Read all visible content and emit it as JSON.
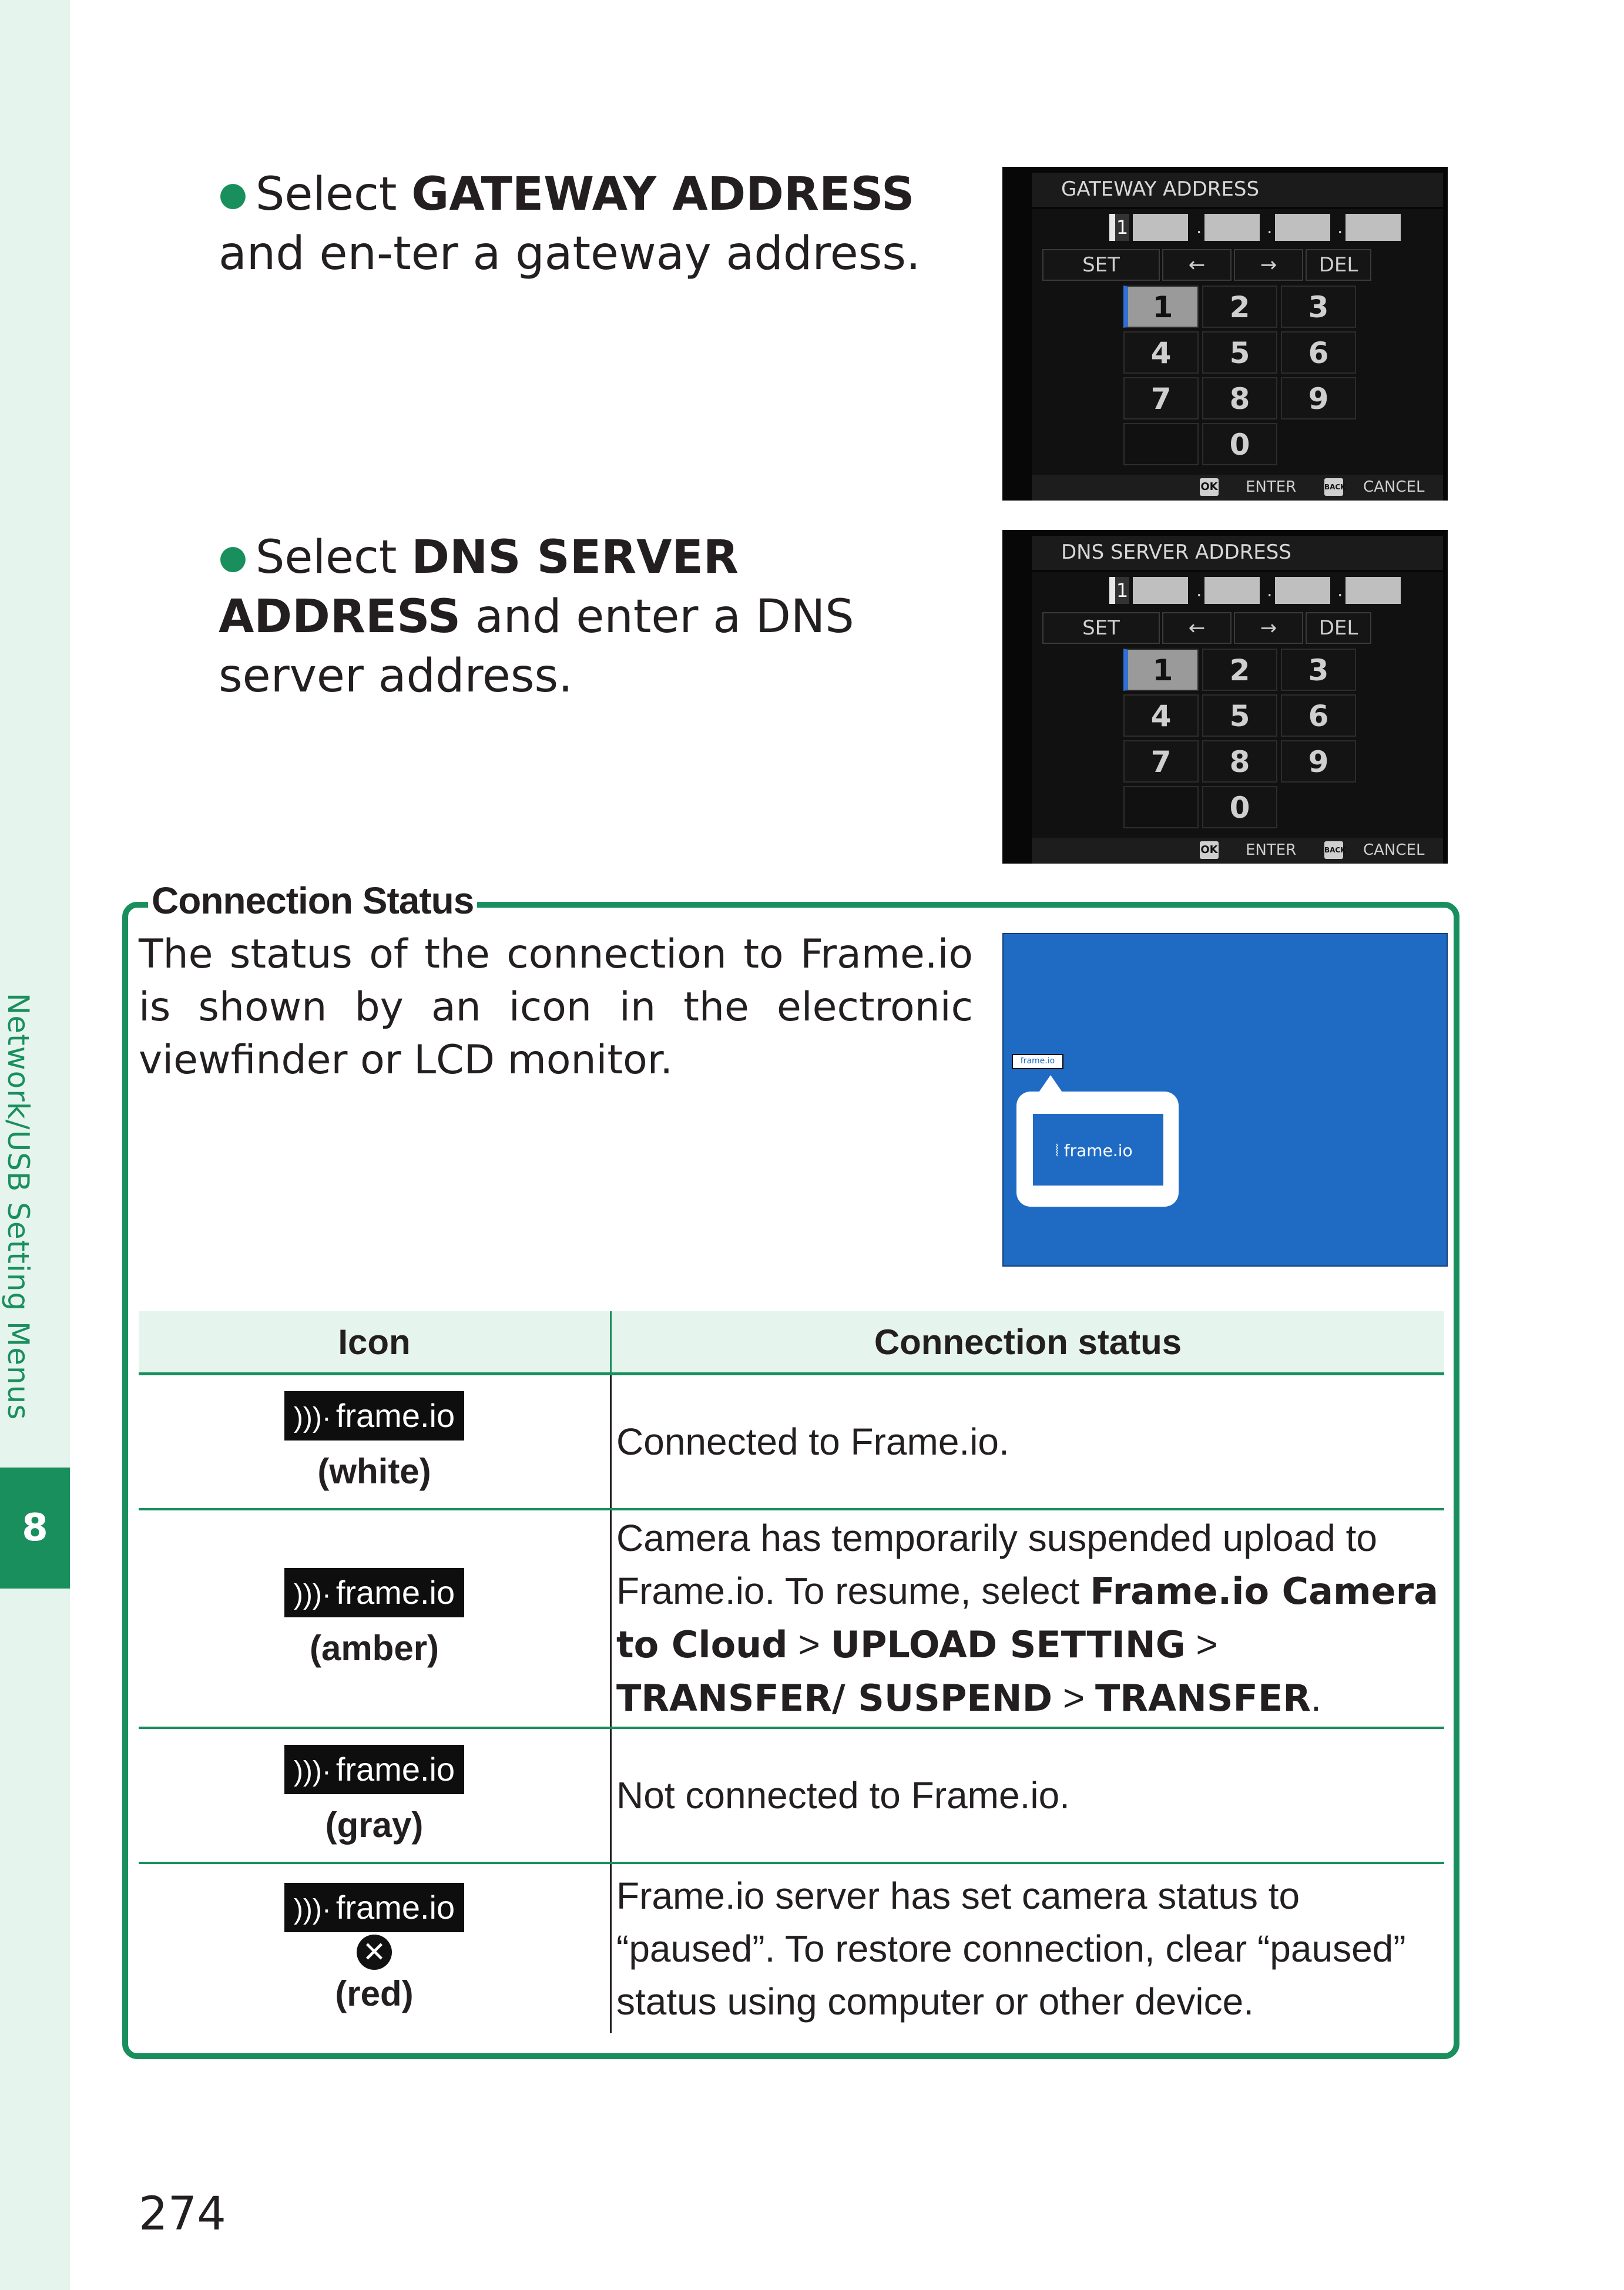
{
  "sidebar": {
    "section_label": "Network/USB Setting Menus",
    "chapter_number": "8"
  },
  "bullets": [
    {
      "pre": "Select ",
      "bold": "GATEWAY ADDRESS",
      "post": " and en-ter a gateway address."
    },
    {
      "pre": "Select ",
      "bold": "DNS SERVER ADDRESS",
      "post": " and enter a DNS server address."
    }
  ],
  "screens": [
    {
      "title": "GATEWAY ADDRESS",
      "digit_value": "1",
      "set_label": "SET",
      "left_arrow": "←",
      "right_arrow": "→",
      "del_label": "DEL",
      "keys": [
        "1",
        "2",
        "3",
        "4",
        "5",
        "6",
        "7",
        "8",
        "9",
        "0"
      ],
      "ok_badge": "OK",
      "enter_label": "ENTER",
      "back_badge": "BACK",
      "cancel_label": "CANCEL"
    },
    {
      "title": "DNS SERVER ADDRESS",
      "digit_value": "1",
      "set_label": "SET",
      "left_arrow": "←",
      "right_arrow": "→",
      "del_label": "DEL",
      "keys": [
        "1",
        "2",
        "3",
        "4",
        "5",
        "6",
        "7",
        "8",
        "9",
        "0"
      ],
      "ok_badge": "OK",
      "enter_label": "ENTER",
      "back_badge": "BACK",
      "cancel_label": "CANCEL"
    }
  ],
  "connection_status": {
    "heading": "Connection Status",
    "text": "The status of the connection to Frame.io is shown by an icon in the electronic viewfinder or LCD monitor.",
    "lcd_mini_label": "frame.io",
    "lcd_callout_label": "frame.io",
    "table": {
      "headers": [
        "Icon",
        "Connection status"
      ],
      "rows": [
        {
          "icon_text": "frame.io",
          "color": "(white)",
          "status": "Connected to Frame.io."
        },
        {
          "icon_text": "frame.io",
          "color": "(amber)",
          "status_pre": "Camera has temporarily suspended upload to Frame.io. To resume, select ",
          "status_bold1": "Frame.io Camera to Cloud",
          "sep1": " > ",
          "status_bold2": "UPLOAD SETTING",
          "sep2": " > ",
          "status_bold3": "TRANSFER/ SUSPEND",
          "sep3": " > ",
          "status_bold4": "TRANSFER",
          "status_end": "."
        },
        {
          "icon_text": "frame.io",
          "color": "(gray)",
          "status": "Not connected to Frame.io."
        },
        {
          "icon_text": "frame.io",
          "color": "(red)",
          "status": "Frame.io server has set camera status to “paused”. To restore connection, clear “paused” status using computer or other device."
        }
      ]
    }
  },
  "page_number": "274",
  "colors": {
    "accent": "#1a8f5e",
    "sidebar_bg": "#e6f4ee",
    "lcd_blue": "#1f6bc4"
  }
}
